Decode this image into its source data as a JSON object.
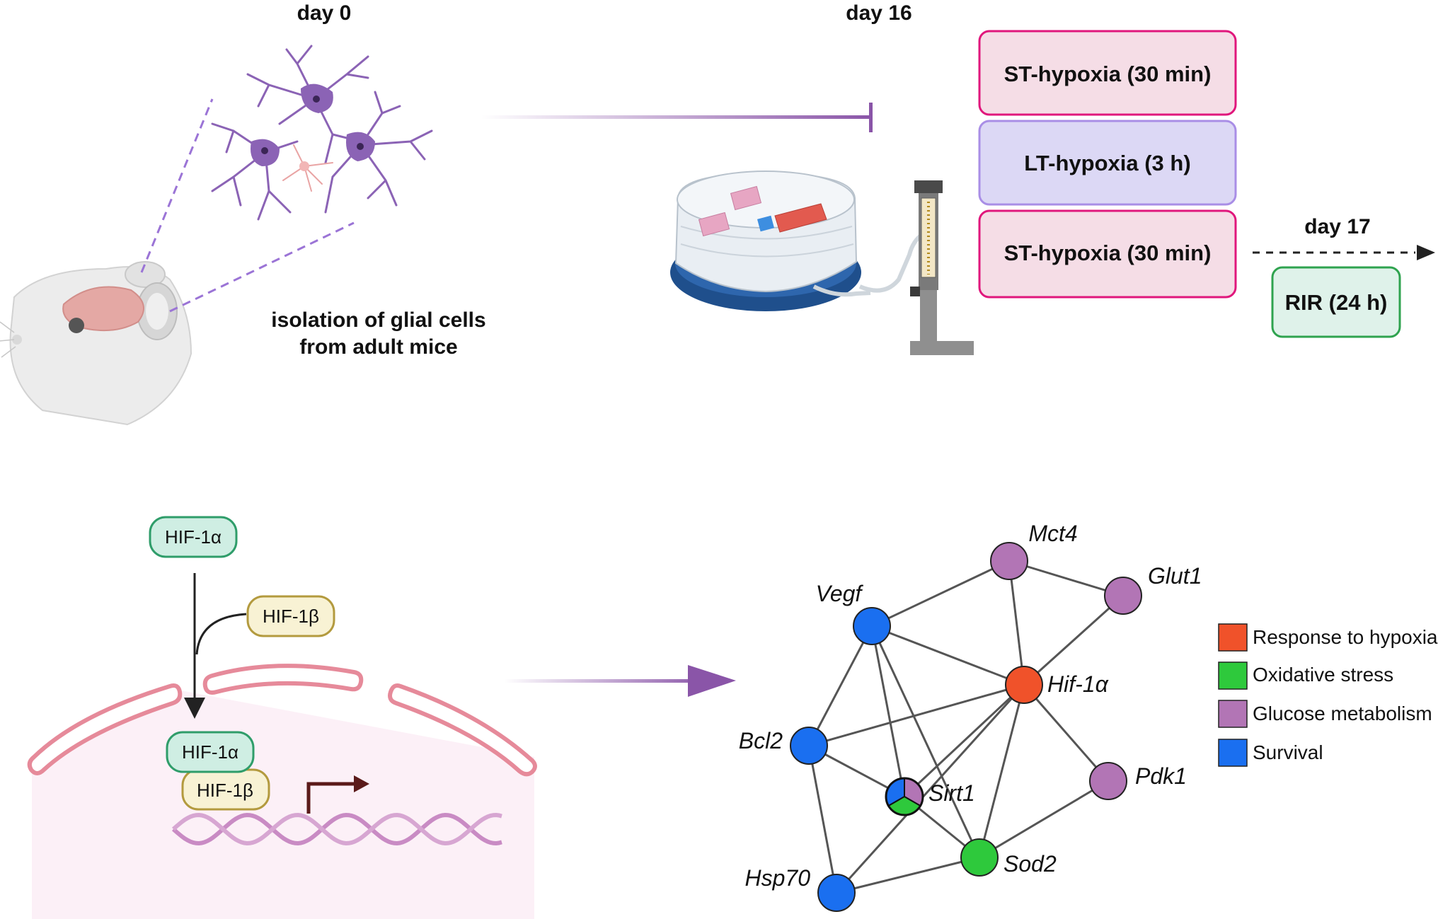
{
  "timeline": {
    "day0": "day 0",
    "day16": "day 16",
    "day17": "day 17",
    "isolation_line1": "isolation of glial cells",
    "isolation_line2": "from adult mice"
  },
  "protocol": {
    "steps": [
      {
        "label": "ST-hypoxia (30 min)",
        "fill": "#f5dde6",
        "border": "#e0177c"
      },
      {
        "label": "LT-hypoxia (3 h)",
        "fill": "#dcd8f5",
        "border": "#a98ee6"
      },
      {
        "label": "ST-hypoxia (30 min)",
        "fill": "#f5dde6",
        "border": "#e0177c"
      }
    ],
    "rir": {
      "label": "RIR (24 h)",
      "fill": "#dff2ea",
      "border": "#2fa34f"
    }
  },
  "pathway": {
    "hif1a": "HIF-1α",
    "hif1b": "HIF-1β",
    "hif1a_nuclear": "HIF-1α",
    "hif1b_nuclear": "HIF-1β"
  },
  "network": {
    "nodes": [
      {
        "label": "Mct4",
        "color": "#b275b5"
      },
      {
        "label": "Glut1",
        "color": "#b275b5"
      },
      {
        "label": "Vegf",
        "color": "#1a6ff0"
      },
      {
        "label": "Hif-1α",
        "color": "#f0522a"
      },
      {
        "label": "Bcl2",
        "color": "#1a6ff0"
      },
      {
        "label": "Pdk1",
        "color": "#b275b5"
      },
      {
        "label": "Sirt1",
        "color": "multi"
      },
      {
        "label": "Sod2",
        "color": "#2ec93c"
      },
      {
        "label": "Hsp70",
        "color": "#1a6ff0"
      }
    ],
    "edges": [
      [
        "Vegf",
        "Mct4"
      ],
      [
        "Vegf",
        "Hif-1α"
      ],
      [
        "Vegf",
        "Bcl2"
      ],
      [
        "Vegf",
        "Sirt1"
      ],
      [
        "Vegf",
        "Sod2"
      ],
      [
        "Mct4",
        "Glut1"
      ],
      [
        "Mct4",
        "Hif-1α"
      ],
      [
        "Glut1",
        "Hif-1α"
      ],
      [
        "Hif-1α",
        "Bcl2"
      ],
      [
        "Hif-1α",
        "Sirt1"
      ],
      [
        "Hif-1α",
        "Pdk1"
      ],
      [
        "Hif-1α",
        "Sod2"
      ],
      [
        "Hif-1α",
        "Hsp70"
      ],
      [
        "Bcl2",
        "Sirt1"
      ],
      [
        "Bcl2",
        "Hsp70"
      ],
      [
        "Sirt1",
        "Sod2"
      ],
      [
        "Pdk1",
        "Sod2"
      ],
      [
        "Sod2",
        "Hsp70"
      ]
    ]
  },
  "legend": [
    {
      "label": "Response to hypoxia",
      "color": "#f0522a"
    },
    {
      "label": "Oxidative stress",
      "color": "#2ec93c"
    },
    {
      "label": "Glucose metabolism",
      "color": "#b275b5"
    },
    {
      "label": "Survival",
      "color": "#1a6ff0"
    }
  ],
  "colors": {
    "timeline_arrow": "#8a55a8",
    "neuron": "#8b63b5",
    "membrane": "#e68a9a",
    "dna": "#c98bc4",
    "gene_arrow": "#5b1a1a"
  }
}
